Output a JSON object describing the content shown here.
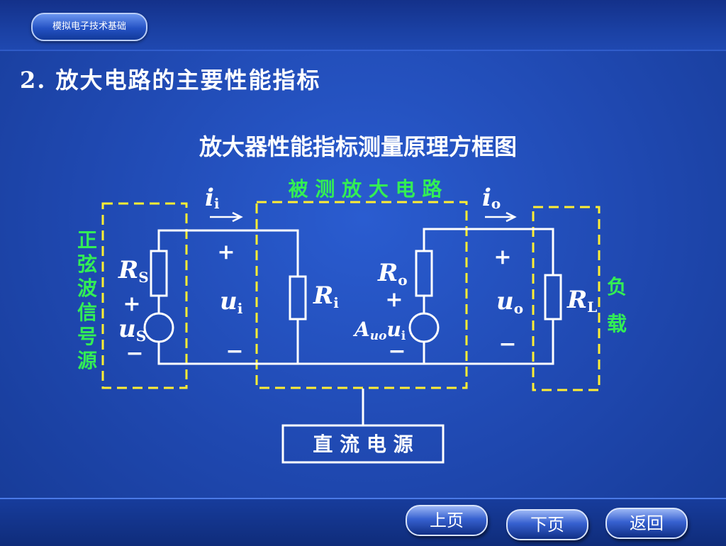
{
  "slide": {
    "badge": "模拟电子技术基础",
    "heading": "2. 放大电路的主要性能指标"
  },
  "diagram": {
    "title": "放大器性能指标测量原理方框图",
    "amplifier_label": "被 测 放 大 电 路",
    "source_label": [
      "正",
      "弦",
      "波",
      "信",
      "号",
      "源"
    ],
    "load_label": [
      "负",
      "载"
    ],
    "power_label": "直 流 电 源",
    "i_in": {
      "main": "i",
      "sub": "i"
    },
    "i_out": {
      "main": "i",
      "sub": "o"
    },
    "rs": {
      "main": "R",
      "sub": "S"
    },
    "us": {
      "main": "u",
      "sub": "S"
    },
    "ri": {
      "main": "R",
      "sub": "i"
    },
    "ro": {
      "main": "R",
      "sub": "o"
    },
    "ui": {
      "main": "u",
      "sub": "i"
    },
    "uo": {
      "main": "u",
      "sub": "o"
    },
    "rl": {
      "main": "R",
      "sub": "L"
    },
    "auo": {
      "a": "A",
      "a_sub": "uo",
      "u": "u",
      "u_sub": "i"
    },
    "plus": "+",
    "minus": "−",
    "colors": {
      "wire": "#ffffff",
      "dashed_box": "#ffee33",
      "label_green": "#33ee55"
    }
  },
  "nav": {
    "prev": "上页",
    "next": "下页",
    "back": "返回"
  }
}
